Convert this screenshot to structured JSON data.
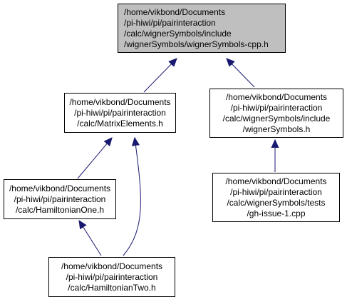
{
  "colors": {
    "edge": "#191970",
    "node_border": "#000000",
    "current_fill": "#bfbfbf",
    "node_fill": "#ffffff"
  },
  "nodes": {
    "wigner_cpp": {
      "lines": [
        "/home/vikbond/Documents",
        "/pi-hiwi/pi/pairinteraction",
        "/calc/wignerSymbols/include",
        "/wignerSymbols/wignerSymbols-cpp.h"
      ]
    },
    "matrix_elements": {
      "lines": [
        "/home/vikbond/Documents",
        "/pi-hiwi/pi/pairinteraction",
        "/calc/MatrixElements.h"
      ]
    },
    "wigner_symbols": {
      "lines": [
        "/home/vikbond/Documents",
        "/pi-hiwi/pi/pairinteraction",
        "/calc/wignerSymbols/include",
        "/wignerSymbols.h"
      ]
    },
    "hamiltonian_one": {
      "lines": [
        "/home/vikbond/Documents",
        "/pi-hiwi/pi/pairinteraction",
        "/calc/HamiltonianOne.h"
      ]
    },
    "gh_issue": {
      "lines": [
        "/home/vikbond/Documents",
        "/pi-hiwi/pi/pairinteraction",
        "/calc/wignerSymbols/tests",
        "/gh-issue-1.cpp"
      ]
    },
    "hamiltonian_two": {
      "lines": [
        "/home/vikbond/Documents",
        "/pi-hiwi/pi/pairinteraction",
        "/calc/HamiltonianTwo.h"
      ]
    }
  }
}
